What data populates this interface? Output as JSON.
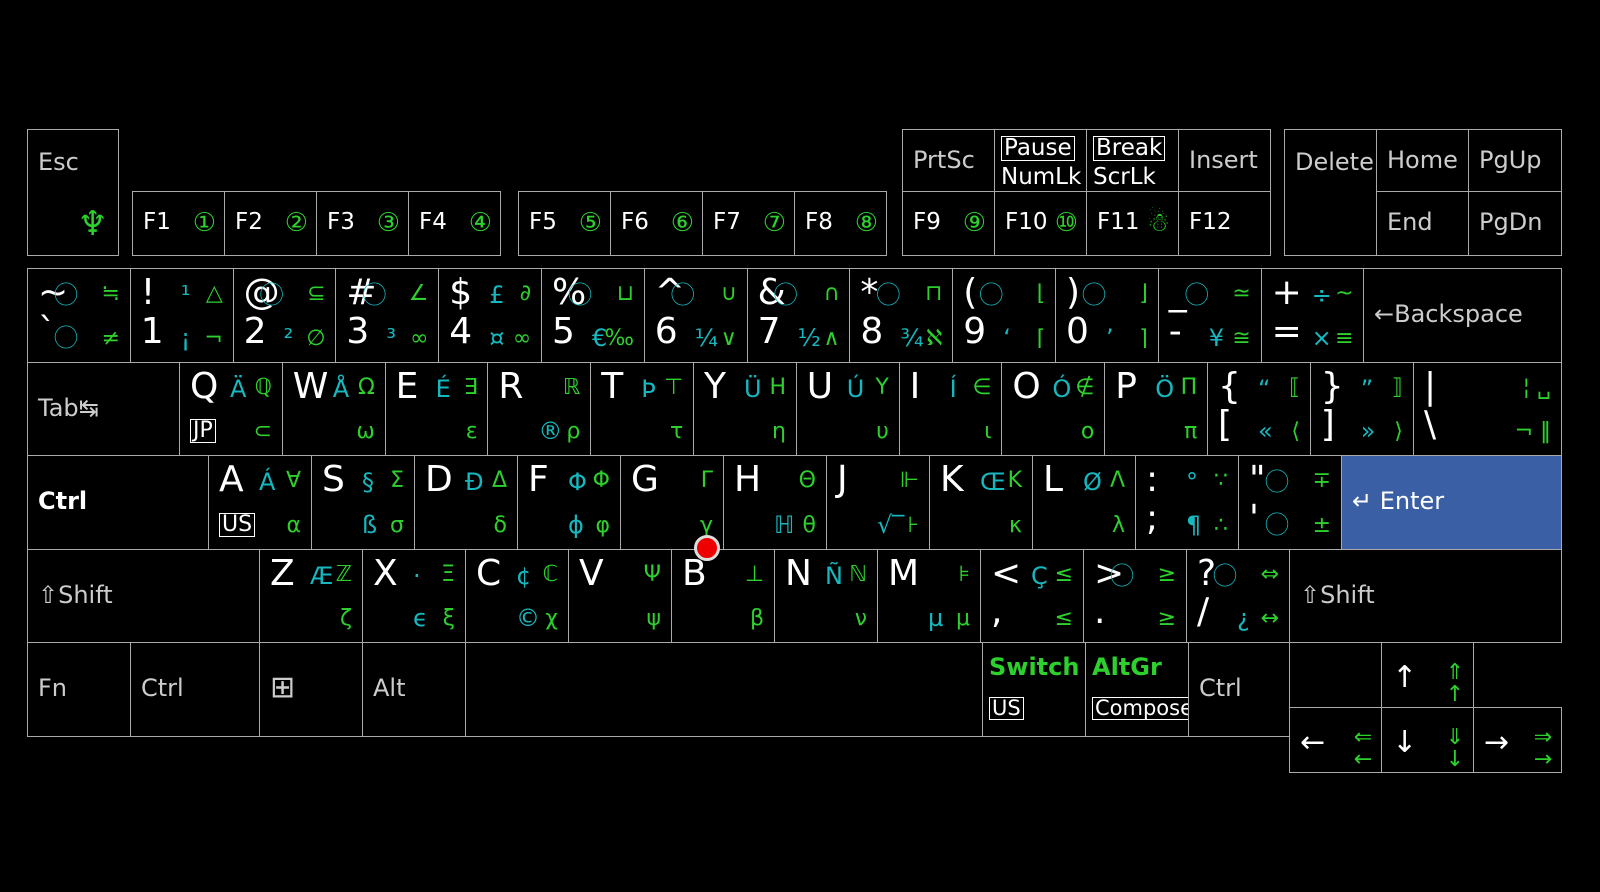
{
  "colors": {
    "background": "#000000",
    "outline": "#aaaaaa",
    "base": "#ffffff",
    "green": "#2dd02d",
    "cyan": "#16b8c0",
    "enter": "#3a5fa5",
    "trackpoint": "#e00000"
  },
  "rows": [
    {
      "name": "fn-row-left",
      "keys": [
        {
          "id": "esc",
          "t": "Esc",
          "br": "♆"
        },
        {
          "id": "f1",
          "l": "F1",
          "r": "①"
        },
        {
          "id": "f2",
          "l": "F2",
          "r": "②"
        },
        {
          "id": "f3",
          "l": "F3",
          "r": "③"
        },
        {
          "id": "f4",
          "l": "F4",
          "r": "④"
        },
        {
          "id": "f5",
          "l": "F5",
          "r": "⑤"
        },
        {
          "id": "f6",
          "l": "F6",
          "r": "⑥"
        },
        {
          "id": "f7",
          "l": "F7",
          "r": "⑦"
        },
        {
          "id": "f8",
          "l": "F8",
          "r": "⑧"
        }
      ]
    },
    {
      "name": "fn-row-right",
      "keys": [
        {
          "id": "prtsc",
          "t": "PrtSc"
        },
        {
          "id": "pause",
          "t1": "Pause",
          "t2": "NumLk"
        },
        {
          "id": "break",
          "t1": "Break",
          "t2": "ScrLk"
        },
        {
          "id": "insert",
          "t": "Insert"
        },
        {
          "id": "f9",
          "l": "F9",
          "r": "⑨"
        },
        {
          "id": "f10",
          "l": "F10",
          "r": "⑩"
        },
        {
          "id": "f11",
          "l": "F11",
          "r": "☃"
        },
        {
          "id": "f12",
          "l": "F12"
        },
        {
          "id": "delete",
          "t": "Delete"
        },
        {
          "id": "home",
          "t": "Home"
        },
        {
          "id": "pgup",
          "t": "PgUp"
        },
        {
          "id": "end",
          "t": "End"
        },
        {
          "id": "pgdn",
          "t": "PgDn"
        }
      ]
    },
    {
      "name": "number-row",
      "keys": [
        {
          "id": "grave",
          "tl": "~",
          "bl": "`",
          "tm": "⃝",
          "bm": "⃝",
          "tr": "≒",
          "br": "≠"
        },
        {
          "id": "1",
          "tl": "!",
          "bl": "1",
          "tm": "¹",
          "bm": "¡",
          "tr": "△",
          "br": "¬"
        },
        {
          "id": "2",
          "tl": "@",
          "bl": "2",
          "tm": "⃝",
          "bm": "²",
          "tr": "⊆",
          "br": "∅"
        },
        {
          "id": "3",
          "tl": "#",
          "bl": "3",
          "tm": "⃝",
          "bm": "³",
          "tr": "∠",
          "br": "∞"
        },
        {
          "id": "4",
          "tl": "$",
          "bl": "4",
          "tm": "£",
          "bm": "¤",
          "tr": "∂",
          "br": "∞"
        },
        {
          "id": "5",
          "tl": "%",
          "bl": "5",
          "tm": "⃝",
          "bm": "€",
          "tr": "⊔",
          "br": "‰"
        },
        {
          "id": "6",
          "tl": "^",
          "bl": "6",
          "tm": "⃝",
          "bm": "¼",
          "tr": "∪",
          "br": "∨"
        },
        {
          "id": "7",
          "tl": "&",
          "bl": "7",
          "tm": "⃝",
          "bm": "½",
          "tr": "∩",
          "br": "∧"
        },
        {
          "id": "8",
          "tl": "*",
          "bl": "8",
          "tm": "⃝",
          "bm": "¾",
          "tr": "⊓",
          "br": "ℵ"
        },
        {
          "id": "9",
          "tl": "(",
          "bl": "9",
          "tm": "⃝",
          "bm": "‘",
          "tr": "⌊",
          "br": "⌈"
        },
        {
          "id": "0",
          "tl": ")",
          "bl": "0",
          "tm": "⃝",
          "bm": "’",
          "tr": "⌋",
          "br": "⌉"
        },
        {
          "id": "minus",
          "tl": "_",
          "bl": "-",
          "tm": "⃝",
          "bm": "¥",
          "tr": "≃",
          "br": "≅"
        },
        {
          "id": "equal",
          "tl": "+",
          "bl": "=",
          "tm": "÷",
          "bm": "×",
          "tr": "~",
          "br": "≡"
        },
        {
          "id": "backspace",
          "t": "←Backspace"
        }
      ]
    },
    {
      "name": "top-row",
      "keys": [
        {
          "id": "tab",
          "t": "Tab↹"
        },
        {
          "id": "q",
          "tl": "Q",
          "tm": "Ä",
          "tr": "ℚ",
          "bl": "JP",
          "br": "⊂"
        },
        {
          "id": "w",
          "tl": "W",
          "tm": "Å",
          "tr": "Ω",
          "br": "ω"
        },
        {
          "id": "e",
          "tl": "E",
          "tm": "É",
          "tr": "∃",
          "br": "ε"
        },
        {
          "id": "r",
          "tl": "R",
          "tr": "ℝ",
          "bm": "®",
          "br": "ρ"
        },
        {
          "id": "t",
          "tl": "T",
          "tm": "Þ",
          "tr": "⊤",
          "br": "τ"
        },
        {
          "id": "y",
          "tl": "Y",
          "tm": "Ü",
          "tr": "H",
          "br": "η"
        },
        {
          "id": "u",
          "tl": "U",
          "tm": "Ú",
          "tr": "Υ",
          "br": "υ"
        },
        {
          "id": "i",
          "tl": "I",
          "tm": "Í",
          "tr": "∈",
          "br": "ι"
        },
        {
          "id": "o",
          "tl": "O",
          "tm": "Ó",
          "tr": "∉",
          "br": "ο"
        },
        {
          "id": "p",
          "tl": "P",
          "tm": "Ö",
          "tr": "Π",
          "br": "π"
        },
        {
          "id": "lbracket",
          "tl": "{",
          "bl": "[",
          "tm": "“",
          "bm": "«",
          "tr": "⟦",
          "br": "⟨"
        },
        {
          "id": "rbracket",
          "tl": "}",
          "bl": "]",
          "tm": "”",
          "bm": "»",
          "tr": "⟧",
          "br": "⟩"
        },
        {
          "id": "backslash",
          "tl": "|",
          "bl": "\\",
          "tr": "¦ ␣",
          "br": "¬ ‖"
        }
      ]
    },
    {
      "name": "home-row",
      "keys": [
        {
          "id": "ctrl-left",
          "t": "Ctrl"
        },
        {
          "id": "a",
          "tl": "A",
          "tm": "Á",
          "tr": "∀",
          "bl": "US",
          "br": "α"
        },
        {
          "id": "s",
          "tl": "S",
          "tm": "§",
          "tr": "Σ",
          "bm": "ß",
          "br": "σ"
        },
        {
          "id": "d",
          "tl": "D",
          "tm": "Ð",
          "tr": "Δ",
          "br": "δ"
        },
        {
          "id": "f",
          "tl": "F",
          "tm": "Φ",
          "tr": "Φ",
          "bm": "ϕ",
          "br": "φ"
        },
        {
          "id": "g",
          "tl": "G",
          "tr": "Γ",
          "br": "γ"
        },
        {
          "id": "h",
          "tl": "H",
          "tr": "Θ",
          "bm": "ℍ",
          "br": "θ"
        },
        {
          "id": "j",
          "tl": "J",
          "tr": "⊩",
          "bm": "√‾",
          "br": "⊦"
        },
        {
          "id": "k",
          "tl": "K",
          "tm": "Œ",
          "tr": "K",
          "br": "κ"
        },
        {
          "id": "l",
          "tl": "L",
          "tm": "Ø",
          "tr": "Λ",
          "br": "λ"
        },
        {
          "id": "semicolon",
          "tl": ":",
          "bl": ";",
          "tm": "°",
          "bm": "¶",
          "tr": "∵",
          "br": "∴"
        },
        {
          "id": "quote",
          "tl": "\"",
          "bl": "'",
          "tm": "⃝",
          "bm": "⃝",
          "tr": "∓",
          "br": "±"
        },
        {
          "id": "enter",
          "t": "↵ Enter"
        }
      ]
    },
    {
      "name": "bottom-row",
      "keys": [
        {
          "id": "shift-left",
          "t": "⇧Shift"
        },
        {
          "id": "z",
          "tl": "Z",
          "tm": "Æ",
          "tr": "ℤ",
          "br": "ζ"
        },
        {
          "id": "x",
          "tl": "X",
          "tm": "·",
          "tr": "Ξ",
          "bm": "ϵ",
          "br": "ξ"
        },
        {
          "id": "c",
          "tl": "C",
          "tm": "¢",
          "tr": "ℂ",
          "bm": "©",
          "br": "χ"
        },
        {
          "id": "v",
          "tl": "V",
          "tr": "Ψ",
          "br": "ψ"
        },
        {
          "id": "b",
          "tl": "B",
          "tr": "⊥",
          "br": "β"
        },
        {
          "id": "n",
          "tl": "N",
          "tm": "Ñ",
          "tr": "ℕ",
          "br": "ν"
        },
        {
          "id": "m",
          "tl": "M",
          "tr": "⊧",
          "bm": "µ",
          "br": "μ"
        },
        {
          "id": "comma",
          "tl": "<",
          "bl": ",",
          "tm": "Ç",
          "tr": "≤",
          "br": "≤"
        },
        {
          "id": "period",
          "tl": ">",
          "bl": ".",
          "tm": "⃝",
          "tr": "≥",
          "br": "≥"
        },
        {
          "id": "slash",
          "tl": "?",
          "bl": "/",
          "tm": "⃝",
          "bm": "¿",
          "tr": "⇔",
          "br": "↔"
        },
        {
          "id": "shift-right",
          "t": "⇧Shift"
        }
      ]
    },
    {
      "name": "space-row",
      "keys": [
        {
          "id": "fn",
          "t": "Fn"
        },
        {
          "id": "ctrl-bottom",
          "t": "Ctrl"
        },
        {
          "id": "win",
          "t": "⊞"
        },
        {
          "id": "alt",
          "t": "Alt"
        },
        {
          "id": "space",
          "t": ""
        },
        {
          "id": "switch",
          "t1": "Switch",
          "t2": "US"
        },
        {
          "id": "altgr",
          "t1": "AltGr",
          "t2": "Compose"
        },
        {
          "id": "ctrl-right",
          "t": "Ctrl"
        },
        {
          "id": "arrow-up",
          "l": "↑",
          "r": "⇑ ↑"
        },
        {
          "id": "arrow-left",
          "l": "←",
          "r": "⇐ ←"
        },
        {
          "id": "arrow-down",
          "l": "↓",
          "r": "⇓ ↓"
        },
        {
          "id": "arrow-right",
          "l": "→",
          "r": "⇒ →"
        }
      ]
    }
  ]
}
